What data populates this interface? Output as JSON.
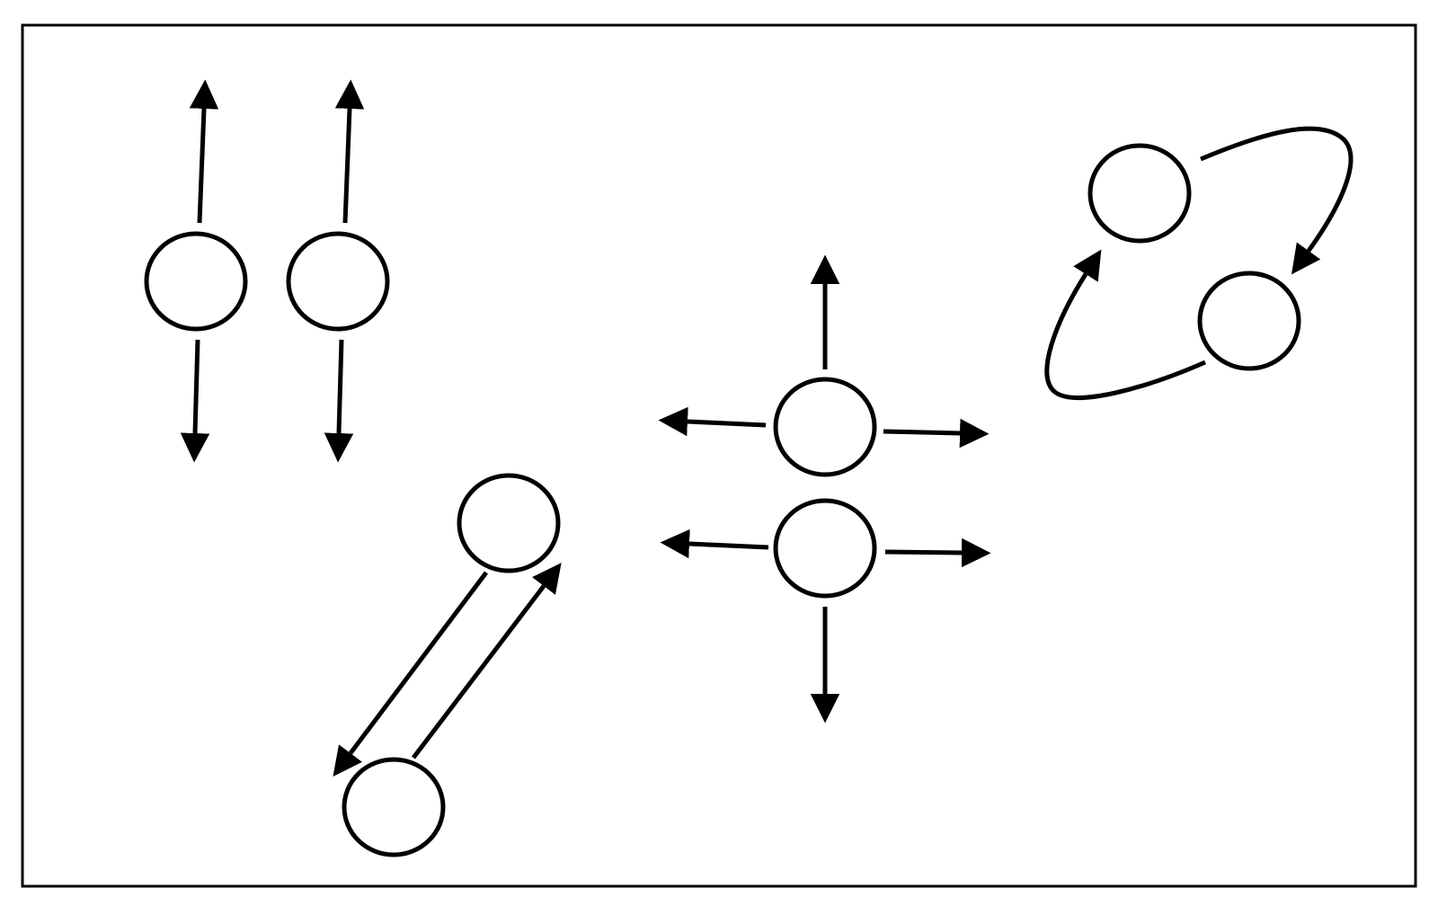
{
  "diagram": {
    "groups": [
      {
        "id": "vertical-pair",
        "nodes": 2,
        "arrows": [
          {
            "direction": "up"
          },
          {
            "direction": "down"
          },
          {
            "direction": "up"
          },
          {
            "direction": "down"
          }
        ]
      },
      {
        "id": "diagonal-pair",
        "nodes": 2,
        "arrows": [
          {
            "direction": "toward-lower-node"
          },
          {
            "direction": "toward-upper-node"
          }
        ]
      },
      {
        "id": "stacked-pair",
        "nodes": 2,
        "arrows": [
          {
            "direction": "up"
          },
          {
            "direction": "left"
          },
          {
            "direction": "right"
          },
          {
            "direction": "left"
          },
          {
            "direction": "right"
          },
          {
            "direction": "down"
          }
        ]
      },
      {
        "id": "orbit-pair",
        "nodes": 2,
        "arrows": [
          {
            "direction": "clockwise-to-lower-node"
          },
          {
            "direction": "clockwise-to-upper-node"
          }
        ]
      }
    ],
    "colors": {
      "stroke": "#000000",
      "node_fill": "#ffffff",
      "background": "#ffffff"
    }
  }
}
